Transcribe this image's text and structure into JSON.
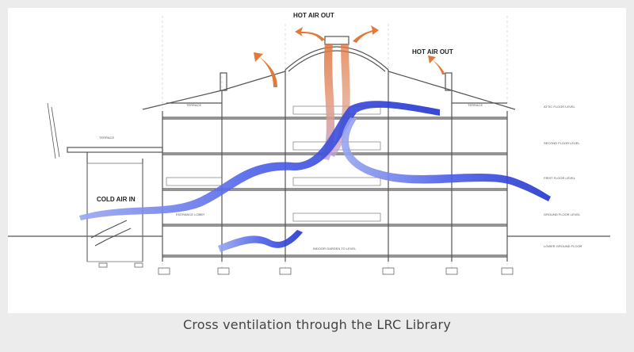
{
  "caption": "Cross ventilation through the LRC Library",
  "labels": {
    "hot_air_out_top": "HOT AIR OUT",
    "hot_air_out_right": "HOT AIR OUT",
    "cold_air_in": "COLD AIR IN",
    "terrace_left": "TERRACE",
    "terrace_attic_left": "TERRACE",
    "terrace_attic_right": "TERRACE",
    "entrance_lobby": "ENTRANCE LOBBY",
    "indoor_garden": "INDOOR GARDEN TO LEVEL",
    "attic_floor": "ATTIC FLOOR LEVEL",
    "second_floor": "SECOND FLOOR LEVEL",
    "first_floor": "FIRST FLOOR LEVEL",
    "ground_floor": "GROUND FLOOR LEVEL",
    "lower_ground_floor": "LOWER GROUND FLOOR"
  },
  "colors": {
    "cold_air": "#3a4fe0",
    "hot_air": "#e07a3a",
    "line": "#555555"
  }
}
